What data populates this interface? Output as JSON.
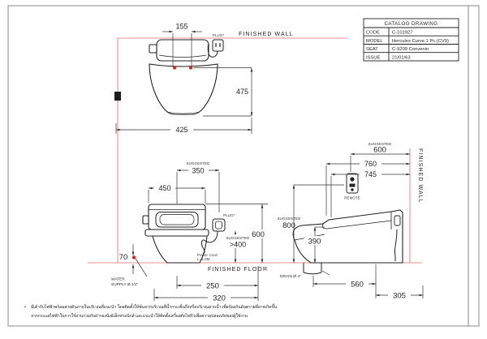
{
  "colors": {
    "line": "#2b2b2b",
    "red_line": "#e89090",
    "red_dot": "#d4261d"
  },
  "title_block": {
    "title": "CATALOG DRAWING",
    "rows": [
      {
        "label": "CODE",
        "value": "C-101927"
      },
      {
        "label": "MODEL",
        "value": "Hercules Curve 1 Pc.(CV9)"
      },
      {
        "label": "SEAT",
        "value": "C-9209 Convenio"
      },
      {
        "label": "ISSUE",
        "value": "21/01/63"
      }
    ]
  },
  "plan_view": {
    "dim_button_spacing": "155",
    "dim_width": "425",
    "dim_depth": "475",
    "plug_label": "PLUG*",
    "finished_wall_label": "FINISHED WALL"
  },
  "front_view": {
    "suggested_label": "SUGGESTED",
    "dim_plug_offset": "350",
    "dim_tank_width": "450",
    "dim_height": "600",
    "dim_plug_height": ">400",
    "plug_label": "PLUG*",
    "power_cord_line1": "Power Cord",
    "power_cord_line2": "L=1.0M",
    "dim_supply_height": "70",
    "water_supply_line1": "WATER",
    "water_supply_line2": "SUPPLY Ø 1/2\"",
    "dim_drain_offset": "250",
    "dim_supply_offset": "320",
    "finished_floor_label": "FINISHED FLOOR"
  },
  "side_view": {
    "suggested_label": "SUGGESTED",
    "dim_remote_offset": "600",
    "dim_depth_overall": "760",
    "dim_seat_depth": "745",
    "remote_label": "REMOTE",
    "dim_remote_height": "800",
    "dim_rim_height": "390",
    "drain_label": "DRAIN Ø 4\"",
    "dim_560": "560",
    "dim_305": "305",
    "finished_wall_label": "FINISHED WALL"
  },
  "note": {
    "bullet": "•",
    "line1": "มีเต้ารับไฟฟ้าพร้อมสายดินภายในบริเวณที่แนะนำ โดยติดตั้งให้พ้นจากบริเวณที่น้ำกระเซ็นถึงหรือบริเวณอาบน้ำ เพื่อป้องกันอันตรายที่อาจเกิดขึ้น",
    "line2": "จากกระแสไฟฟ้าในการใช้งานร่วมกับฝารองนั่งอิเล็กทรอนิกส์ และแนะนำให้ติดตั้งเครื่องตัดไฟรั่วเพื่อความปลอดภัยของผู้ใช้งาน"
  }
}
